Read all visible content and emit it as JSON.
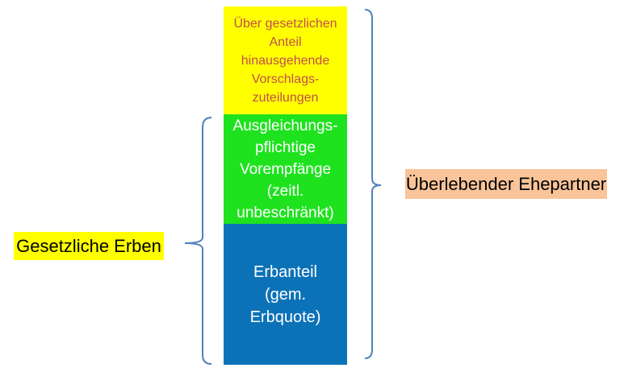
{
  "diagram": {
    "title_semantic": "inheritance-shares-stack",
    "stack": {
      "segments": [
        {
          "id": "vorschlagszuteilungen",
          "fill": "#FFFF00",
          "text_color": "#C0504D",
          "lines": [
            "Über gesetzlichen",
            "Anteil",
            "hinausgehende",
            "Vorschlags-",
            "zuteilungen"
          ]
        },
        {
          "id": "vorempfaenge",
          "fill": "#1FE21F",
          "text_color": "#FFFFFF",
          "lines": [
            "Ausgleichungs-",
            "pflichtige",
            "Vorempfänge",
            "(zeitl.",
            "unbeschränkt)"
          ]
        },
        {
          "id": "erbanteil",
          "fill": "#0C72B8",
          "text_color": "#FFFFFF",
          "lines": [
            "Erbanteil",
            "(gem.",
            "Erbquote)"
          ]
        }
      ]
    },
    "labels": {
      "left": {
        "text": "Gesetzliche Erben",
        "bg": "#FFFF00",
        "text_color": "#000000"
      },
      "right": {
        "text": "Überlebender Ehepartner",
        "bg": "#F9C499",
        "text_color": "#000000"
      }
    },
    "braces": {
      "color": "#4F81BD"
    }
  }
}
